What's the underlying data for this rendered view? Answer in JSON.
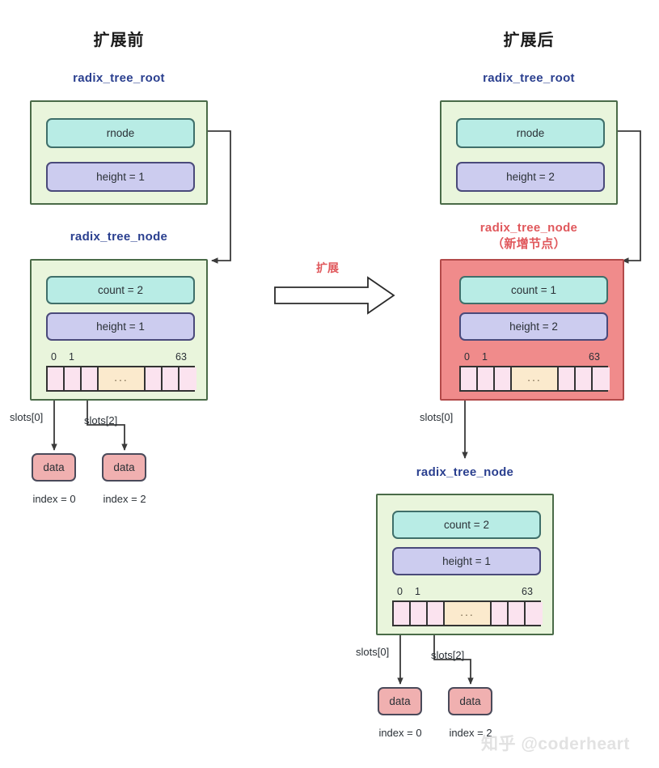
{
  "diagram": {
    "left": {
      "title": "扩展前",
      "root": {
        "label": "radix_tree_root",
        "rnode": "rnode",
        "height": "height = 1"
      },
      "node": {
        "label": "radix_tree_node",
        "count": "count = 2",
        "height": "height = 1",
        "slot_first": "0",
        "slot_second": "1",
        "slot_last": "63",
        "ellipsis": "..."
      },
      "pointers": [
        {
          "label": "slots[0]",
          "data": "data",
          "index": "index = 0"
        },
        {
          "label": "slots[2]",
          "data": "data",
          "index": "index = 2"
        }
      ]
    },
    "middle": {
      "label": "扩展"
    },
    "right": {
      "title": "扩展后",
      "root": {
        "label": "radix_tree_root",
        "rnode": "rnode",
        "height": "height = 2"
      },
      "new_node": {
        "label": "radix_tree_node",
        "sublabel": "（新增节点）",
        "count": "count = 1",
        "height": "height = 2",
        "slot_first": "0",
        "slot_second": "1",
        "slot_last": "63",
        "ellipsis": "...",
        "pointer_label": "slots[0]"
      },
      "child_node": {
        "label": "radix_tree_node",
        "count": "count = 2",
        "height": "height = 1",
        "slot_first": "0",
        "slot_second": "1",
        "slot_last": "63",
        "ellipsis": "..."
      },
      "pointers": [
        {
          "label": "slots[0]",
          "data": "data",
          "index": "index = 0"
        },
        {
          "label": "slots[2]",
          "data": "data",
          "index": "index = 2"
        }
      ]
    },
    "watermark": "知乎 @coderheart",
    "colors": {
      "container_green": "#e9f5dc",
      "container_red": "#f08b8b",
      "count_teal": "#b8ece5",
      "height_lavender": "#ccccef",
      "slot_pink": "#fbe3ef",
      "slot_ellipsis": "#fbeacd",
      "data_red": "#f0b0b0",
      "label_blue": "#2a3f8f",
      "label_red": "#e0585c"
    }
  }
}
